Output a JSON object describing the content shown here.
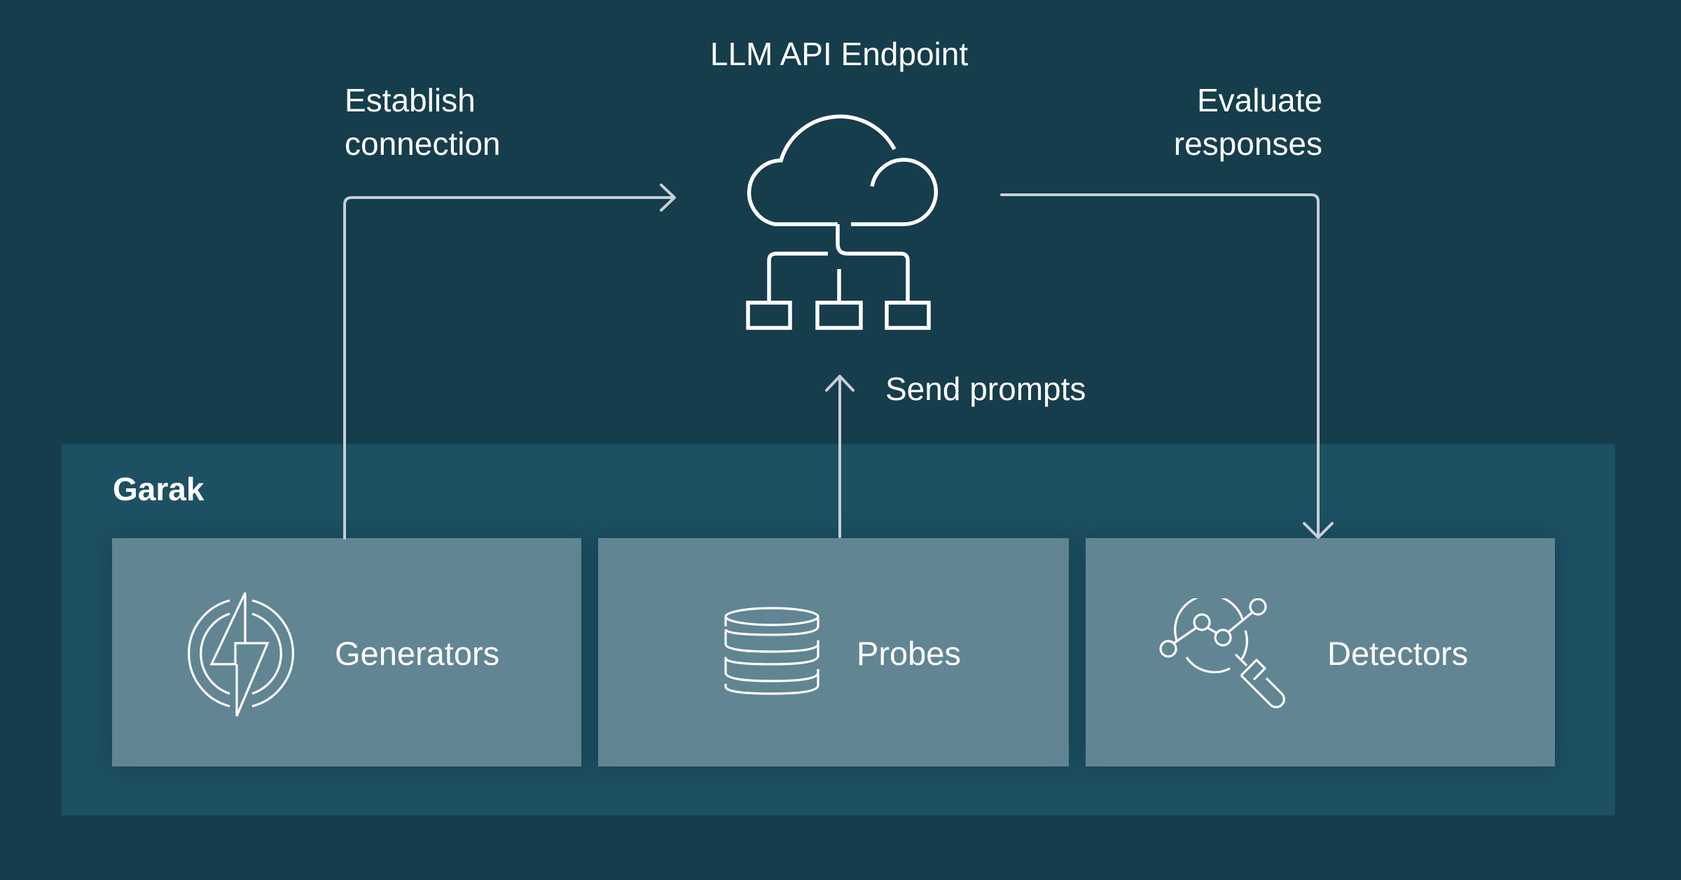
{
  "diagram": {
    "endpoint": {
      "title": "LLM API Endpoint",
      "icon": "cloud-network-icon"
    },
    "flows": {
      "establish": {
        "line1": "Establish",
        "line2": "connection"
      },
      "evaluate": {
        "line1": "Evaluate",
        "line2": "responses"
      },
      "send": {
        "label": "Send prompts"
      }
    },
    "container": {
      "title": "Garak",
      "components": [
        {
          "label": "Generators",
          "icon": "lightning-bolt-icon"
        },
        {
          "label": "Probes",
          "icon": "database-icon"
        },
        {
          "label": "Detectors",
          "icon": "magnifier-chart-icon"
        }
      ]
    },
    "colors": {
      "background": "#163d4c",
      "container": "#1d5062",
      "card": "#618593",
      "arrow": "#c6cfd8",
      "text": "#ffffff"
    }
  }
}
